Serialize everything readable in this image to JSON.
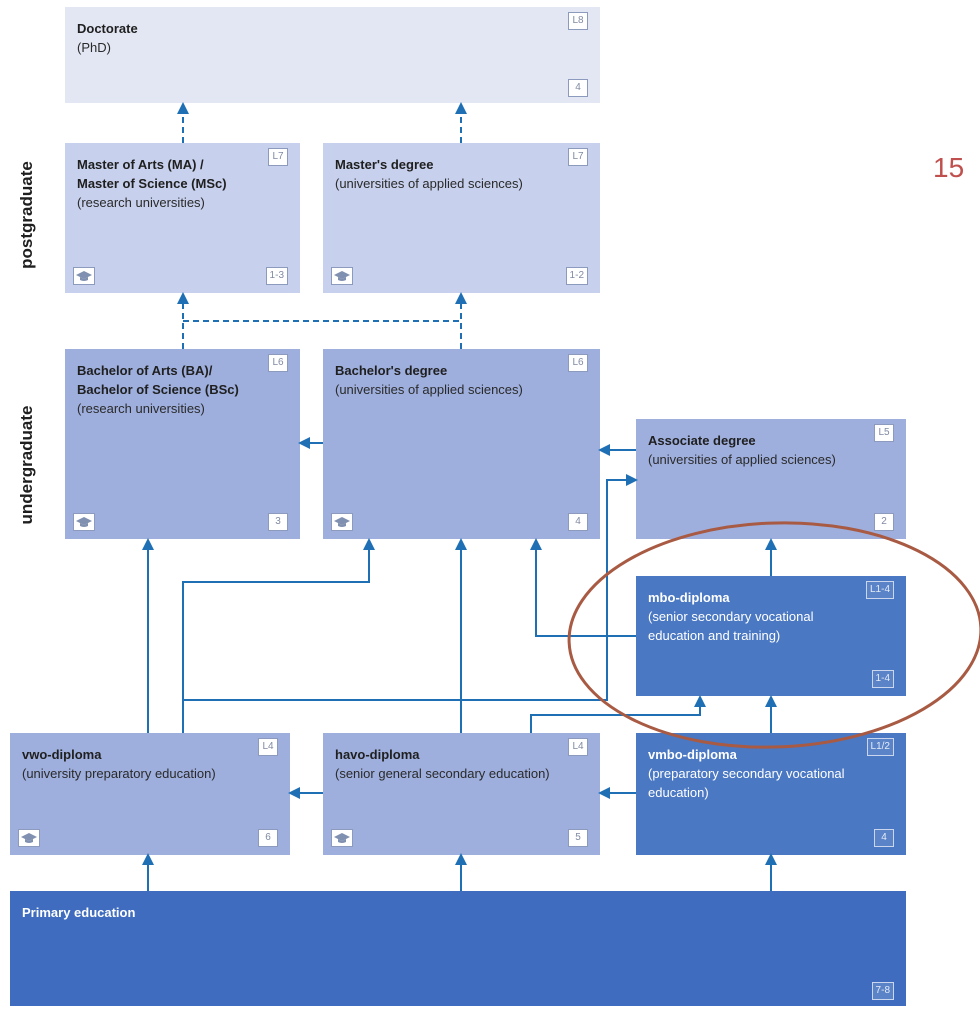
{
  "side_labels": {
    "postgraduate": "postgraduate",
    "undergraduate": "undergraduate"
  },
  "page_number": "15",
  "colors": {
    "arrow": "#1f6fb5",
    "highlight_ellipse": "#a85a43"
  },
  "boxes": {
    "doctorate": {
      "title": "Doctorate",
      "subtitle": "(PhD)",
      "level": "L8",
      "years": "4"
    },
    "master_research": {
      "title": "Master of Arts (MA) /\nMaster of Science (MSc)",
      "subtitle": "(research universities)",
      "level": "L7",
      "years": "1-3",
      "icon": "graduation-cap-icon"
    },
    "master_applied": {
      "title": "Master's degree",
      "subtitle": "(universities of applied sciences)",
      "level": "L7",
      "years": "1-2",
      "icon": "graduation-cap-icon"
    },
    "bachelor_research": {
      "title": "Bachelor of Arts (BA)/\nBachelor of Science (BSc)",
      "subtitle": "(research universities)",
      "level": "L6",
      "years": "3",
      "icon": "graduation-cap-icon"
    },
    "bachelor_applied": {
      "title": "Bachelor's degree",
      "subtitle": "(universities of applied sciences)",
      "level": "L6",
      "years": "4",
      "icon": "graduation-cap-icon"
    },
    "associate": {
      "title": "Associate degree",
      "subtitle": "(universities of applied sciences)",
      "level": "L5",
      "years": "2"
    },
    "mbo": {
      "title": "mbo-diploma",
      "subtitle": "(senior secondary vocational\neducation and training)",
      "level": "L1-4",
      "years": "1-4"
    },
    "vwo": {
      "title": "vwo-diploma",
      "subtitle": "(university preparatory education)",
      "level": "L4",
      "years": "6",
      "icon": "graduation-cap-icon"
    },
    "havo": {
      "title": "havo-diploma",
      "subtitle": "(senior general secondary education)",
      "level": "L4",
      "years": "5",
      "icon": "graduation-cap-icon"
    },
    "vmbo": {
      "title": "vmbo-diploma",
      "subtitle": "(preparatory secondary vocational\neducation)",
      "level": "L1/2",
      "years": "4"
    },
    "primary": {
      "title": "Primary education",
      "years": "7-8"
    }
  }
}
